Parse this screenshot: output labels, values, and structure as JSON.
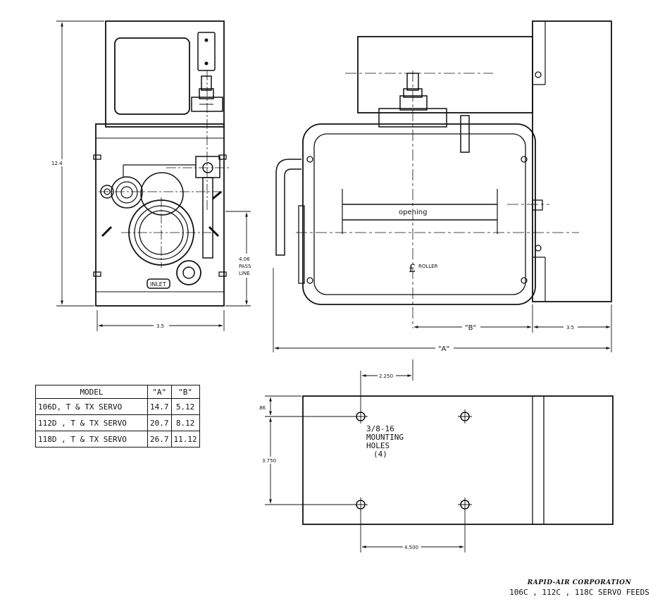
{
  "dimensions": {
    "height_left": "12.4",
    "width_front": "3.5",
    "pass_line": [
      "4.06",
      "PASS",
      "LINE"
    ],
    "b_dim": "\"B\"",
    "side_dim": "3.5",
    "a_dim": "\"A\"",
    "hole_offset_x": "2.250",
    "hole_offset_y": ".86",
    "hole_spacing_y": "3.750",
    "hole_spacing_x": "4.500"
  },
  "labels": {
    "inlet": "INLET",
    "opening": "opening",
    "roller": "ROLLER",
    "centerline_symbol": "£",
    "mounting": [
      "3/8-16",
      "MOUNTING",
      "HOLES",
      "(4)"
    ]
  },
  "table": {
    "headers": [
      "MODEL",
      "\"A\"",
      "\"B\""
    ],
    "rows": [
      [
        "106D, T & TX SERVO",
        "14.7",
        "5.12"
      ],
      [
        "112D , T & TX SERVO",
        "20.7",
        "8.12"
      ],
      [
        "118D , T & TX SERVO",
        "26.7",
        "11.12"
      ]
    ]
  },
  "title_block": {
    "company": "RAPID-AIR CORPORATION",
    "product": "106C , 112C , 118C SERVO FEEDS"
  }
}
